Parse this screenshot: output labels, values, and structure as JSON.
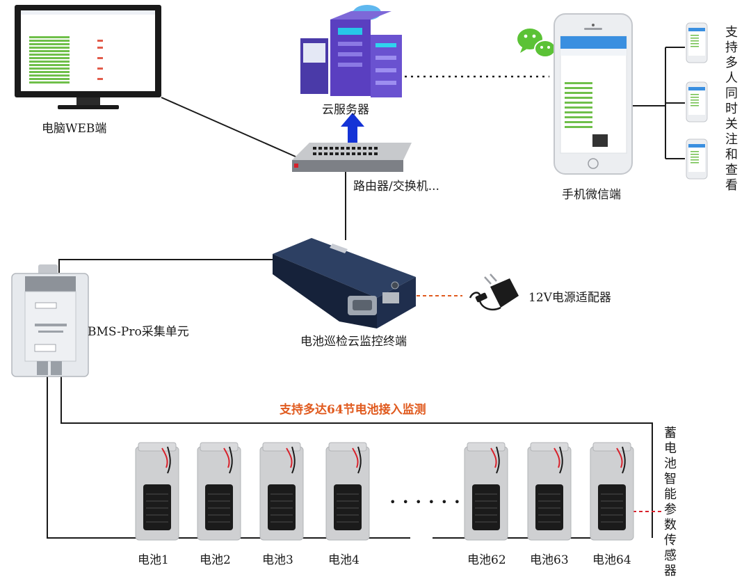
{
  "labels": {
    "pc": "电脑WEB端",
    "cloud": "云服务器",
    "router": "路由器/交换机...",
    "mobile": "手机微信端",
    "terminal": "电池巡检云监控终端",
    "adapter": "12V电源适配器",
    "bms": "BMS-Pro采集单元",
    "support64": "支持多达64节电池接入监测",
    "multi_user": "支持多人同时关注和查看",
    "sensor": "蓄电池智能参数传感器"
  },
  "batteries": [
    "电池1",
    "电池2",
    "电池3",
    "电池4",
    "电池62",
    "电池63",
    "电池64"
  ],
  "ellipsis": "• • •   • • •",
  "colors": {
    "line": "#1a1a1a",
    "accent_red": "#e05a1e",
    "arrow_blue": "#1433d6",
    "wechat_green": "#5bc236",
    "battery_gray": "#cfd0d2",
    "sensor_black": "#1b1b1b",
    "terminal_navy": "#1c2a44",
    "server_purple": "#5a3fc0"
  }
}
